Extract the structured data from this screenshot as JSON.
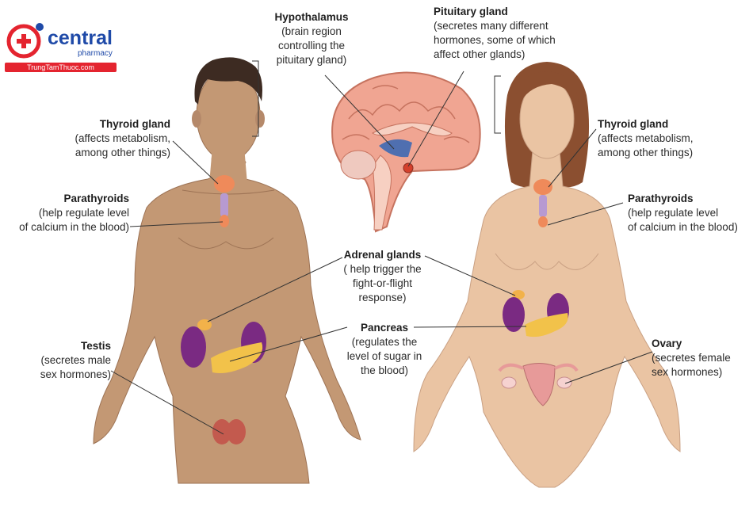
{
  "logo": {
    "brand": "central",
    "sub": "pharmacy",
    "site": "TrungTamThuoc.com"
  },
  "colors": {
    "male_skin": "#c39874",
    "female_skin": "#eac4a3",
    "male_hair": "#3d2b22",
    "female_hair": "#8b4f30",
    "kidney": "#7a2a82",
    "pancreas": "#f2c24a",
    "gland": "#ef8a5a",
    "brain": "#f0a592"
  },
  "labels": {
    "hypothalamus": {
      "title": "Hypothalamus",
      "desc": [
        "(brain region",
        "controlling the",
        "pituitary gland)"
      ]
    },
    "pituitary": {
      "title": "Pituitary gland",
      "desc": [
        "(secretes many different",
        "hormones, some of which",
        "affect other glands)"
      ]
    },
    "thyroid_left": {
      "title": "Thyroid gland",
      "desc": [
        "(affects metabolism,",
        "among other things)"
      ]
    },
    "thyroid_right": {
      "title": "Thyroid gland",
      "desc": [
        "(affects metabolism,",
        "among other things)"
      ]
    },
    "parathyroids_left": {
      "title": "Parathyroids",
      "desc": [
        "(help regulate level",
        "of calcium in the blood)"
      ]
    },
    "parathyroids_right": {
      "title": "Parathyroids",
      "desc": [
        "(help regulate level",
        "of calcium in the blood)"
      ]
    },
    "adrenal": {
      "title": "Adrenal glands",
      "desc": [
        "( help trigger the",
        "fight-or-flight",
        "response)"
      ]
    },
    "pancreas": {
      "title": "Pancreas",
      "desc": [
        "(regulates the",
        "level of sugar in",
        "the blood)"
      ]
    },
    "testis": {
      "title": "Testis",
      "desc": [
        "(secretes male",
        "sex hormones)"
      ]
    },
    "ovary": {
      "title": "Ovary",
      "desc": [
        "(secretes female",
        "sex hormones)"
      ]
    }
  }
}
